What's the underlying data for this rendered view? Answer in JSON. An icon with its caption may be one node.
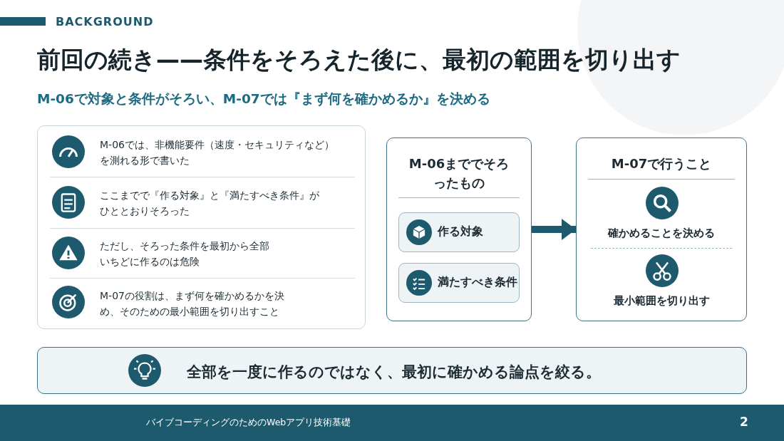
{
  "diagram": {
    "title": "前回の続き——条件をそろえた後に、最初の範囲を切り出す",
    "nodes": [
      {
        "text": [
          "M-06まででそろったもの"
        ]
      },
      {
        "text": [
          "作る対象"
        ],
        "in": 0
      },
      {
        "text": [
          "満たすべき条件"
        ],
        "in": 0
      },
      {
        "text": [
          "M-07で行うこと",
          "確かめることを決める",
          "最小範囲を切り出す"
        ]
      }
    ],
    "edges": [
      {
        "from": 0,
        "to": 3,
        "arrow": "to"
      }
    ],
    "labels": [
      "BACKGROUND",
      "M-06で対象と条件がそろい、M-07では『まず何を確かめるか』を決める",
      "M-06では、非機能要件（速度・セキュリティなど）を測れる形で書いた",
      "ここまでで『作る対象』と『満たすべき条件』がひととおりそろった",
      "ただし、そろった条件を最初から全部いちどに作るのは危険",
      "M-07の役割は、まず何を確かめるかを決め、そのための最小範囲を切り出すこと",
      "全部を一度に作るのではなく、最初に確かめる論点を絞る。",
      "バイブコーディングのためのWebアプリ技術基礎",
      "2"
    ]
  }
}
